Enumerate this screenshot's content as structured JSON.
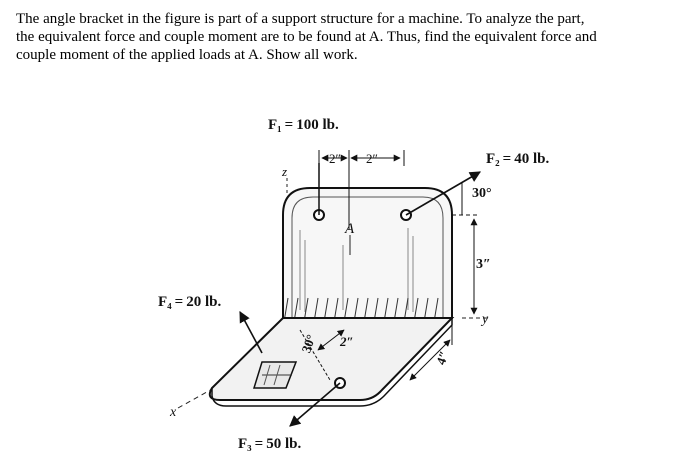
{
  "problem": {
    "lines": [
      "The angle bracket in the figure is part of a support structure for a machine. To analyze the part,",
      "the equivalent force and couple moment are to be found at A. Thus, find the equivalent force and",
      "couple moment of the applied loads at A. Show all work."
    ]
  },
  "figure": {
    "forces": {
      "f1": "F₁ = 100 lb.",
      "f2": "F₂ = 40 lb.",
      "f3": "F₃ = 50 lb.",
      "f4": "F₄ = 20 lb."
    },
    "dimensions": {
      "dim_top_left": "2″",
      "dim_top_right": "2″",
      "dim_vertical": "3″",
      "dim_base_4": "4″",
      "dim_base_2": "2″"
    },
    "angles": {
      "angle_f2": "30°",
      "angle_f3": "30°"
    },
    "axes": {
      "x": "x",
      "y": "y",
      "z": "z"
    },
    "points": {
      "a": "A"
    }
  }
}
